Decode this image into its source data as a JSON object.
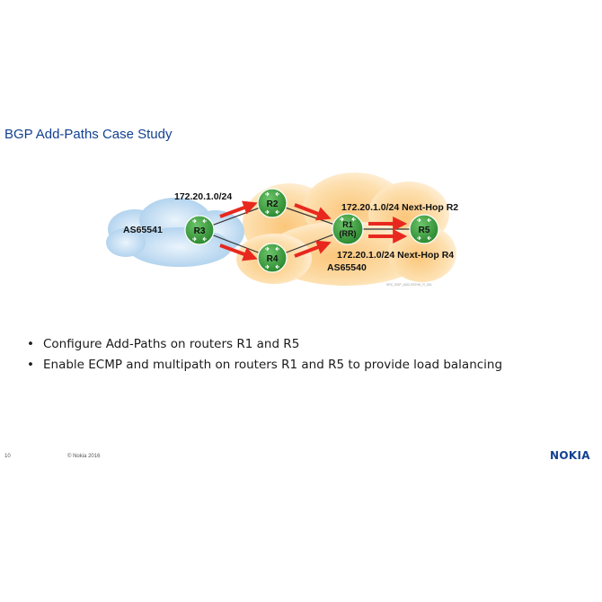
{
  "slide": {
    "title": "BGP Add-Paths Case Study",
    "page_number": "10",
    "copyright": "© Nokia 2016",
    "logo": "NOKIA"
  },
  "diagram": {
    "as_left": "AS65541",
    "as_right": "AS65540",
    "prefix_label": "172.20.1.0/24",
    "next_hop_r2_label": "172.20.1.0/24 Next-Hop R2",
    "next_hop_r4_label": "172.20.1.0/24 Next-Hop R4",
    "image_ref": "SRC_BGP_ADD-PATHS_R_001",
    "routers": {
      "r1_line1": "R1",
      "r1_line2": "(RR)",
      "r2": "R2",
      "r3": "R3",
      "r4": "R4",
      "r5": "R5"
    },
    "colors": {
      "router_fill": "#3a9a3a",
      "arrow": "#e8281e",
      "cloud_left": "#b7d7f0",
      "cloud_right": "#fde3b2"
    },
    "icon": "router-icon"
  },
  "bullets": [
    "Configure Add-Paths on routers R1 and R5",
    "Enable ECMP and multipath on routers R1 and R5 to provide load balancing"
  ],
  "brand_color": "#124191"
}
